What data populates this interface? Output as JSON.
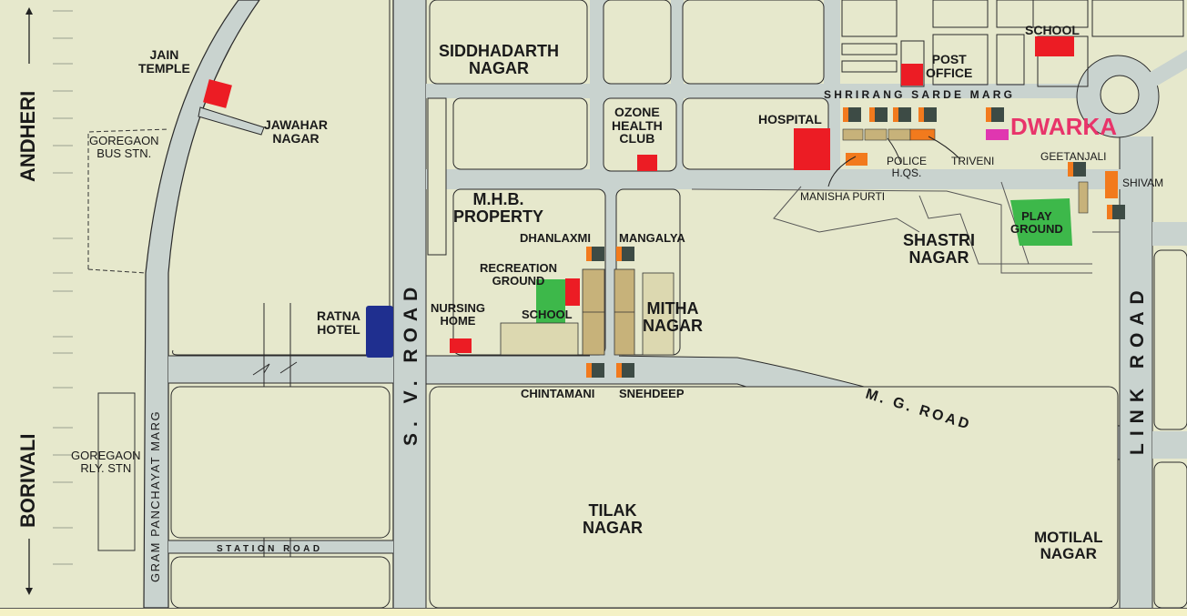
{
  "map": {
    "colors": {
      "background": "#e6e8cc",
      "road": "#c9d3cf",
      "block_outline": "#2a2a2a",
      "landmark_red": "#ec1c24",
      "hotel_blue": "#1f2f8f",
      "green_area": "#3db84a",
      "building_tan": "#c7b27a",
      "building_orange": "#f27a1d",
      "building_dark": "#3d4b45",
      "dwarka_pink": "#e8346a",
      "dwarka_marker": "#e036b0",
      "footer_strip": "#f4f1c6"
    },
    "directions": {
      "north": {
        "label": "ANDHERI",
        "arrow": "arrow-up"
      },
      "south": {
        "label": "BORIVALI",
        "arrow": "arrow-down"
      }
    },
    "roads": {
      "sv_road": "S. V. ROAD",
      "mg_road": "M. G. ROAD",
      "link_road": "LINK ROAD",
      "station_road": "STATION ROAD",
      "gram_panchayat_marg": "GRAM PANCHAYAT MARG",
      "shrirang_sarde_marg": "SHRIRANG SARDE MARG"
    },
    "areas": {
      "siddhadarth_nagar": [
        "SIDDHADARTH",
        "NAGAR"
      ],
      "mhb_property": [
        "M.H.B.",
        "PROPERTY"
      ],
      "mitha_nagar": [
        "MITHA",
        "NAGAR"
      ],
      "shastri_nagar": [
        "SHASTRI",
        "NAGAR"
      ],
      "tilak_nagar": [
        "TILAK",
        "NAGAR"
      ],
      "motilal_nagar": [
        "MOTILAL",
        "NAGAR"
      ],
      "jawahar_nagar": [
        "JAWAHAR",
        "NAGAR"
      ]
    },
    "landmarks": {
      "jain_temple": [
        "JAIN",
        "TEMPLE"
      ],
      "goregaon_bus_stn": [
        "GOREGAON",
        "BUS STN."
      ],
      "goregaon_rly_stn": [
        "GOREGAON",
        "RLY. STN"
      ],
      "ratna_hotel": [
        "RATNA",
        "HOTEL"
      ],
      "ozone_health_club": [
        "OZONE",
        "HEALTH",
        "CLUB"
      ],
      "hospital": "HOSPITAL",
      "post_office": [
        "POST",
        "OFFICE"
      ],
      "school_top": "SCHOOL",
      "school_mid": "SCHOOL",
      "recreation_ground": [
        "RECREATION",
        "GROUND"
      ],
      "nursing_home": [
        "NURSING",
        "HOME"
      ],
      "play_ground": [
        "PLAY",
        "GROUND"
      ],
      "police_hqs": [
        "POLICE",
        "H.QS."
      ]
    },
    "buildings": {
      "dhanlaxmi": "DHANLAXMI",
      "mangalya": "MANGALYA",
      "chintamani": "CHINTAMANI",
      "snehdeep": "SNEHDEEP",
      "triveni": "TRIVENI",
      "manisha_purti": "MANISHA PURTI",
      "geetanjali": "GEETANJALI",
      "shivam": "SHIVAM"
    },
    "highlight": {
      "project_name": "DWARKA"
    }
  }
}
